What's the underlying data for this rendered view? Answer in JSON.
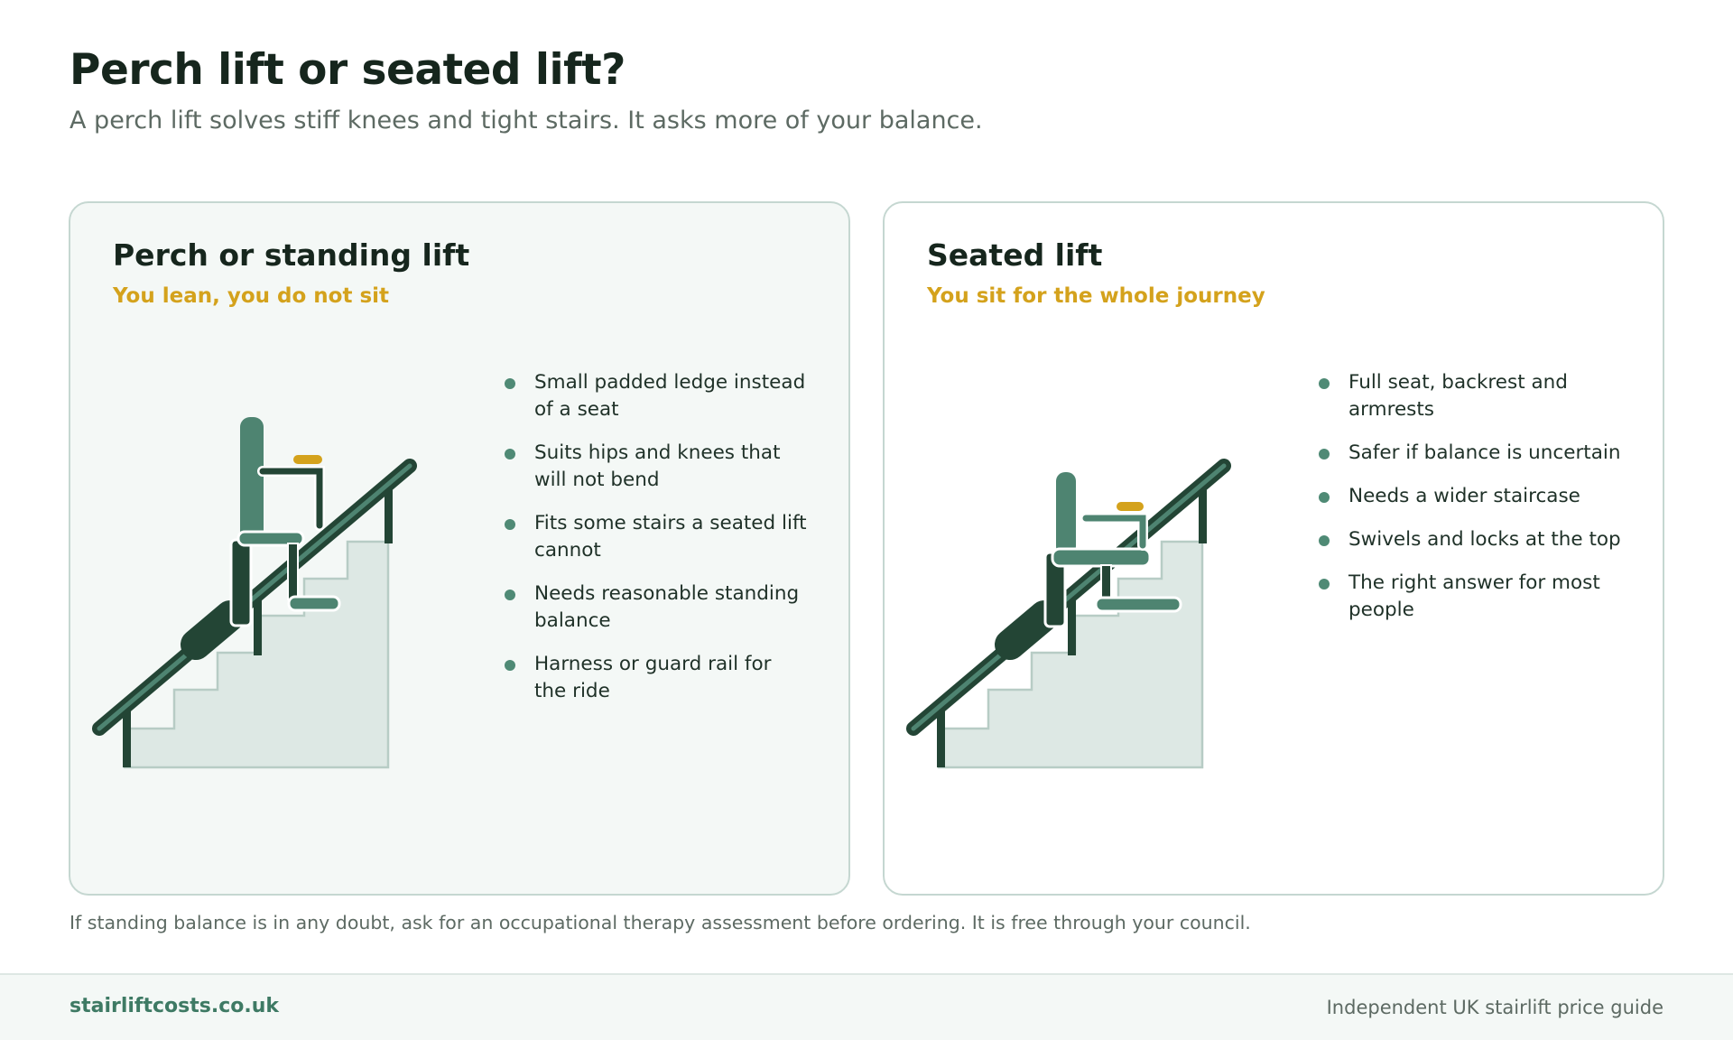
{
  "header": {
    "title": "Perch lift or seated lift?",
    "subtitle": "A perch lift solves stiff knees and tight stairs. It asks more of your balance."
  },
  "cards": [
    {
      "title": "Perch or standing lift",
      "tagline": "You lean, you do not sit",
      "features": [
        "Small padded ledge instead of a seat",
        "Suits hips and knees that will not bend",
        "Fits some stairs a seated lift cannot",
        "Needs reasonable standing balance",
        "Harness or guard rail for the ride"
      ]
    },
    {
      "title": "Seated lift",
      "tagline": "You sit for the whole journey",
      "features": [
        "Full seat, backrest and armrests",
        "Safer if balance is uncertain",
        "Needs a wider staircase",
        "Swivels and locks at the top",
        "The right answer for most people"
      ]
    }
  ],
  "footnote": "If standing balance is in any doubt, ask for an occupational therapy assessment before ordering. It is free through your council.",
  "footer": {
    "brand": "stairliftcosts.co.uk",
    "tagline": "Independent UK stairlift price guide"
  },
  "icons": {
    "perch": "perch-lift-staircase-illustration",
    "seated": "seated-lift-staircase-illustration"
  },
  "colors": {
    "rail_dark": "#234535",
    "lift_body": "#4e8471",
    "accent_gold": "#d4a21c",
    "stairs_fill": "#dde8e4",
    "bullet": "#4f8a75"
  }
}
